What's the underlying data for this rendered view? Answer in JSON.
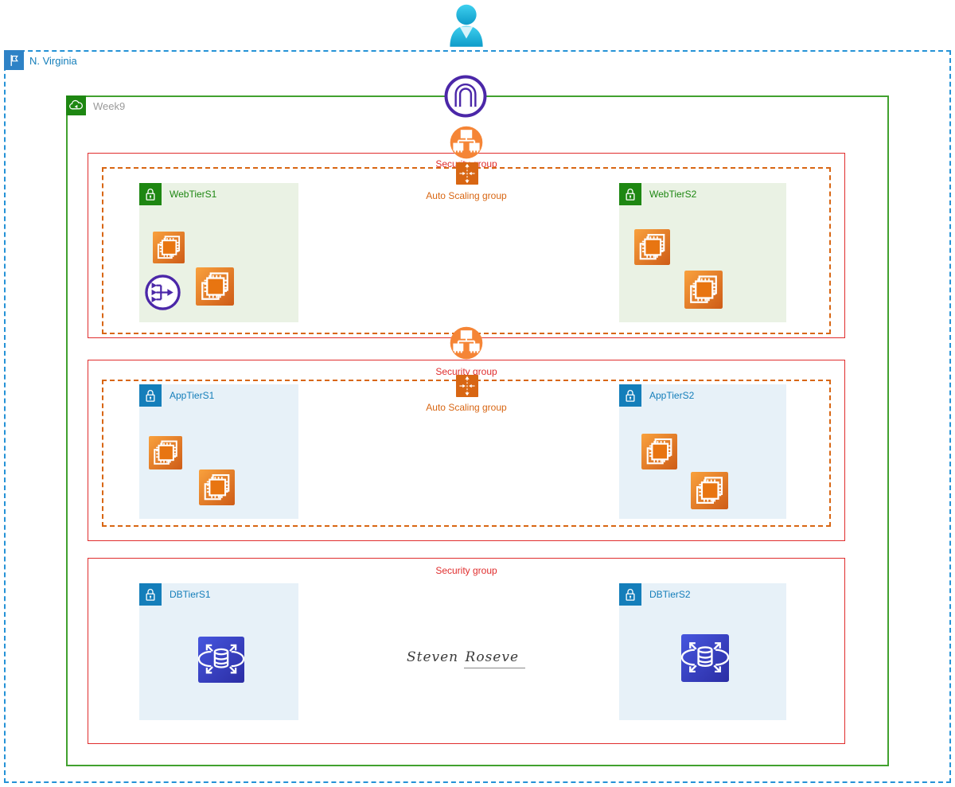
{
  "region": {
    "label": "N. Virginia",
    "icon": "flag-icon"
  },
  "vpc": {
    "label": "Week9",
    "icon": "cloud-icon"
  },
  "top_nodes": {
    "user_icon": "user-icon",
    "internet_gateway_icon": "internet-gateway-icon"
  },
  "security_groups": [
    {
      "label": "Security group",
      "icon": "load-balancer-group-icon"
    },
    {
      "label": "Security group",
      "icon": "load-balancer-group-icon"
    },
    {
      "label": "Security group",
      "icon": null
    }
  ],
  "auto_scaling_groups": [
    {
      "label": "Auto Scaling group",
      "icon": "auto-scaling-icon"
    },
    {
      "label": "Auto Scaling group",
      "icon": "auto-scaling-icon"
    }
  ],
  "subnets": [
    {
      "label": "WebTierS1",
      "tier": "web",
      "badge": "lock-icon",
      "content_icons": [
        "ec2-instances-icon",
        "app-load-balancer-icon",
        "ec2-instances-icon"
      ]
    },
    {
      "label": "WebTierS2",
      "tier": "web",
      "badge": "lock-icon",
      "content_icons": [
        "ec2-instances-icon",
        "ec2-instances-icon"
      ]
    },
    {
      "label": "AppTierS1",
      "tier": "app",
      "badge": "lock-icon",
      "content_icons": [
        "ec2-instances-icon",
        "ec2-instances-icon"
      ]
    },
    {
      "label": "AppTierS2",
      "tier": "app",
      "badge": "lock-icon",
      "content_icons": [
        "ec2-instances-icon",
        "ec2-instances-icon"
      ]
    },
    {
      "label": "DBTierS1",
      "tier": "db",
      "badge": "lock-icon",
      "content_icons": [
        "database-scaling-icon"
      ]
    },
    {
      "label": "DBTierS2",
      "tier": "db",
      "badge": "lock-icon",
      "content_icons": [
        "database-scaling-icon"
      ]
    }
  ],
  "signature": {
    "first": "Steven",
    "last": "Roseve"
  },
  "colors": {
    "region_blue": "#147EBA",
    "region_dash": "#2492D6",
    "vpc_green_border": "#41A12F",
    "subnet_green": "#1E8712",
    "subnet_green_bg": "#EAF2E4",
    "subnet_blue": "#147EBA",
    "subnet_blue_bg": "#E7F1F8",
    "security_red": "#E02D2D",
    "asg_orange": "#D86613",
    "elb_circle_orange": "#F58536",
    "ec2_orange": "#ED7100",
    "gateway_purple": "#4B27A8",
    "database_blue": "#3B48CC",
    "user_cyan": "#1BAAD6",
    "vpc_label_gray": "#9A9A9A"
  }
}
